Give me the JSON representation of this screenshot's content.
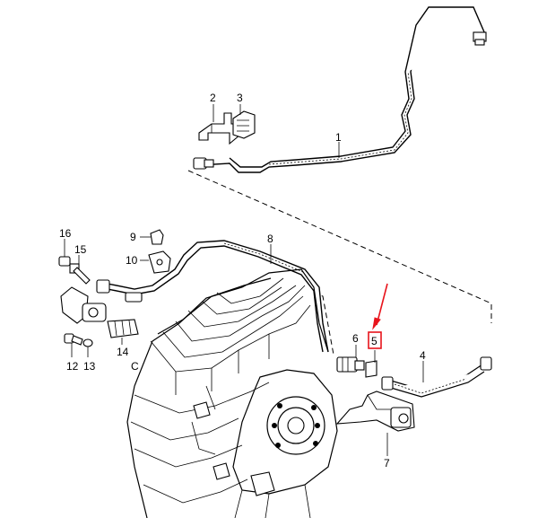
{
  "colors": {
    "line": "#000000",
    "background": "#ffffff",
    "highlight": "#e8141c"
  },
  "callouts": [
    {
      "id": "1",
      "label": "1"
    },
    {
      "id": "2",
      "label": "2"
    },
    {
      "id": "3",
      "label": "3"
    },
    {
      "id": "4",
      "label": "4"
    },
    {
      "id": "5",
      "label": "5",
      "highlighted": true
    },
    {
      "id": "6",
      "label": "6"
    },
    {
      "id": "7",
      "label": "7"
    },
    {
      "id": "8",
      "label": "8"
    },
    {
      "id": "9",
      "label": "9"
    },
    {
      "id": "10",
      "label": "10"
    },
    {
      "id": "12",
      "label": "12"
    },
    {
      "id": "13",
      "label": "13"
    },
    {
      "id": "14",
      "label": "14"
    },
    {
      "id": "15",
      "label": "15"
    },
    {
      "id": "16",
      "label": "16"
    }
  ],
  "indicator": {
    "icon": "red-arrow-icon",
    "points_to": "5"
  }
}
